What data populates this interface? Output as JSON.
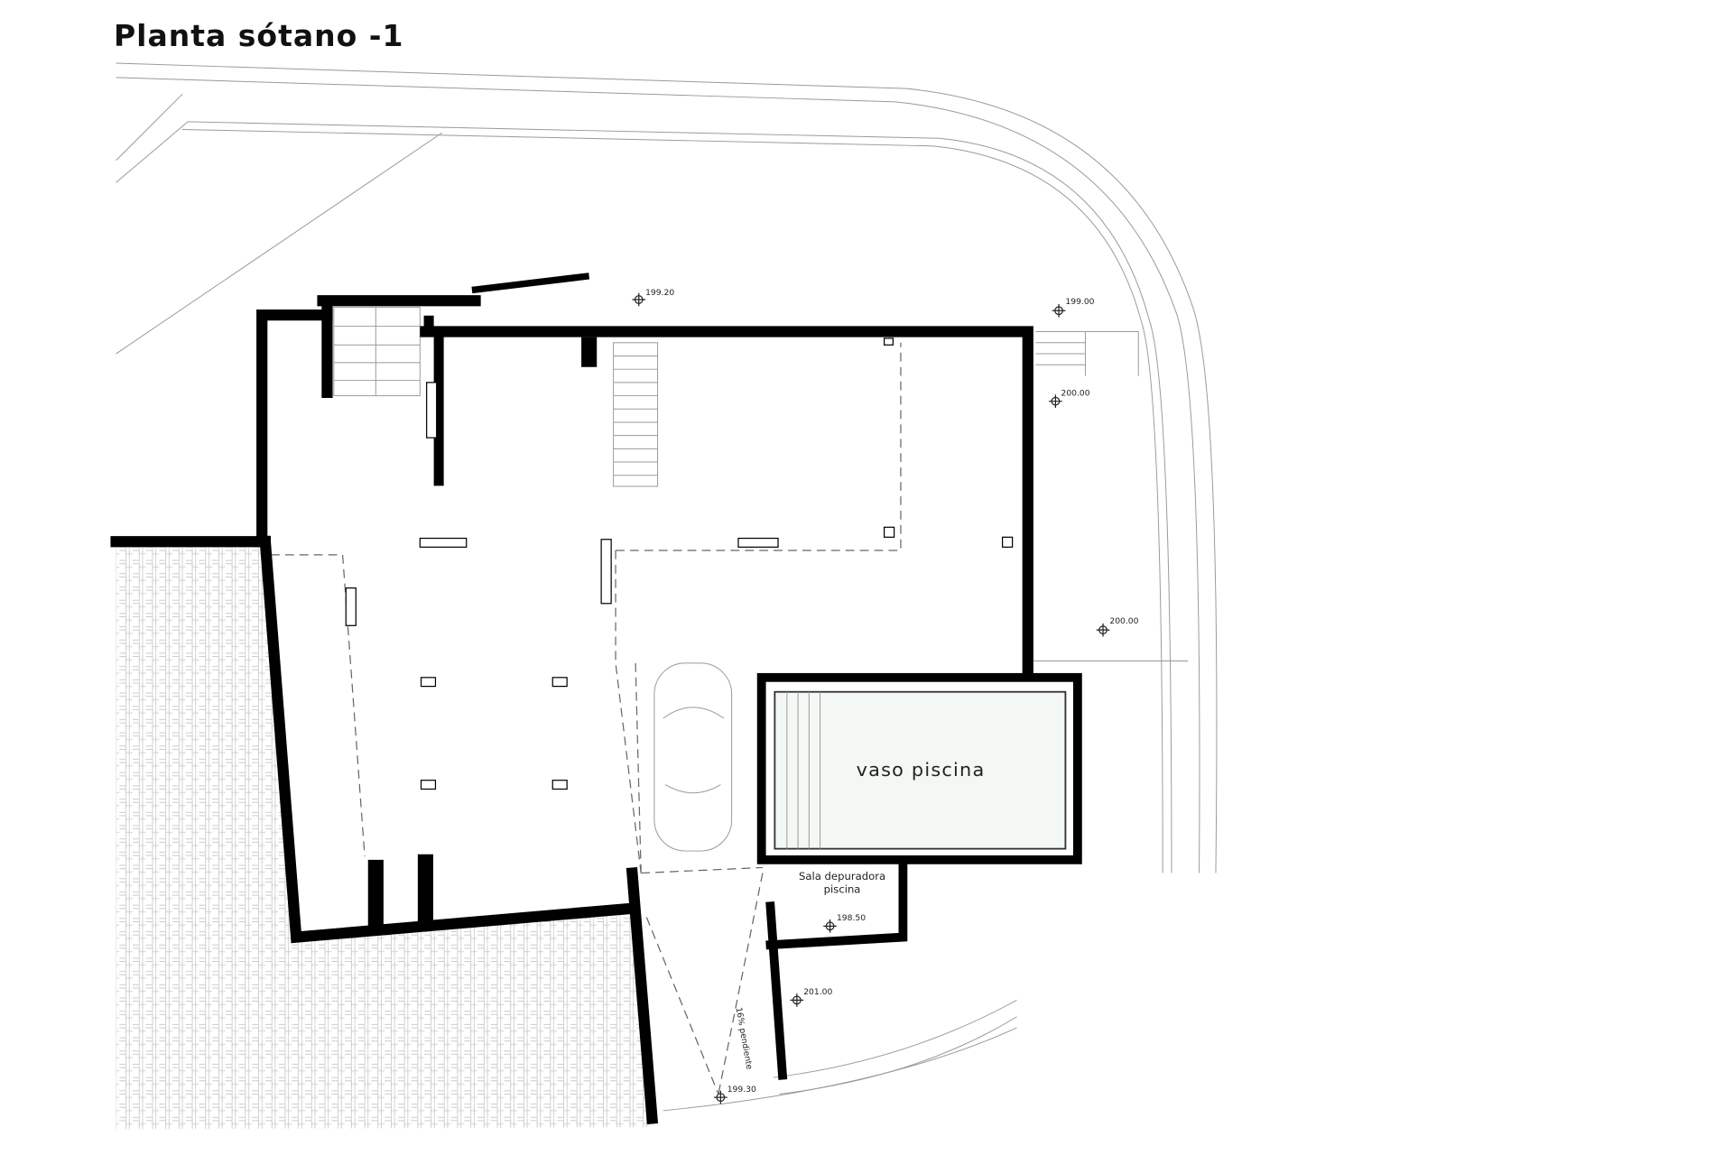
{
  "title": "Planta sótano -1",
  "rooms": {
    "pool": "vaso piscina",
    "pool_room_line1": "Sala depuradora",
    "pool_room_line2": "piscina"
  },
  "levels": [
    "199.20",
    "199.00",
    "200.00",
    "200.00",
    "198.50",
    "201.00",
    "199.30"
  ],
  "ramp_label": "16% pendiente",
  "colors": {
    "walls": "#000000",
    "lines": "#999999",
    "paving": "#bbbbbb"
  }
}
